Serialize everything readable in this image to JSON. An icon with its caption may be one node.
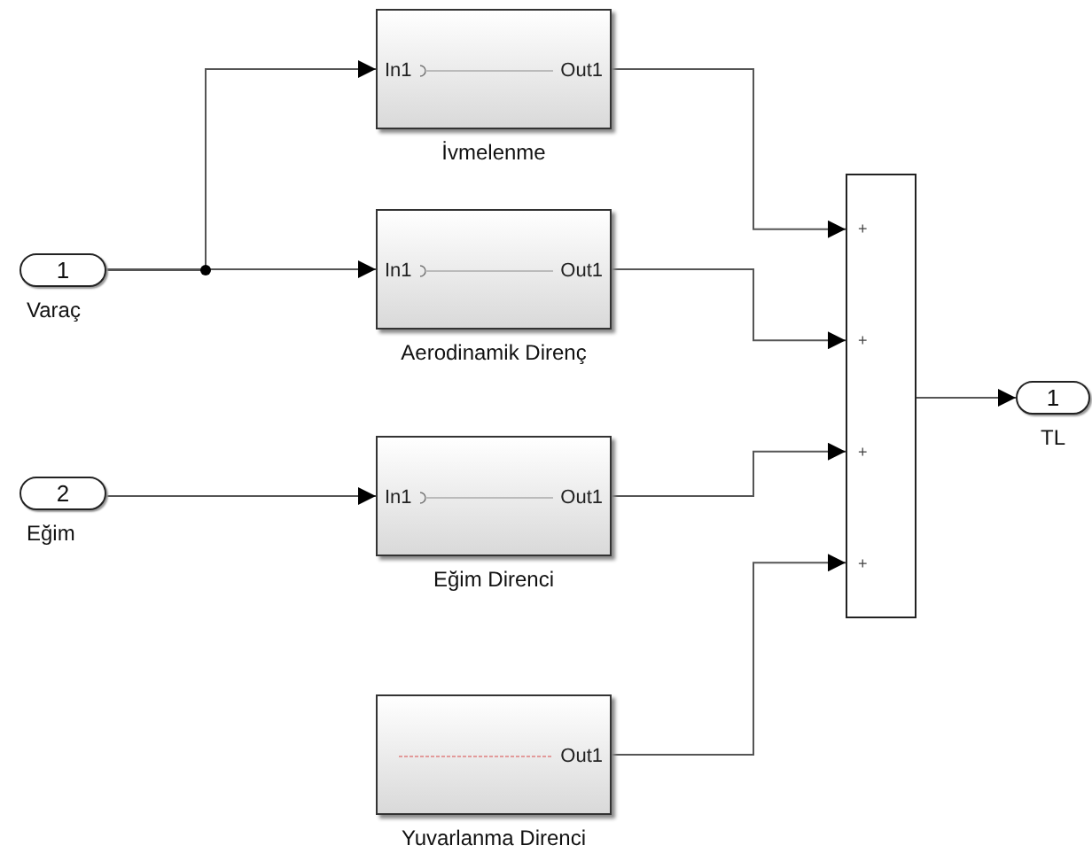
{
  "diagram": {
    "nodes": [
      {
        "text": [
          "1"
        ],
        "beside": [
          "Varaç"
        ]
      },
      {
        "text": [
          "2"
        ],
        "beside": [
          "Eğim"
        ]
      },
      {
        "text": [
          "In1",
          "Out1"
        ],
        "beside": [
          "İvmelenme"
        ]
      },
      {
        "text": [
          "In1",
          "Out1"
        ],
        "beside": [
          "Aerodinamik Direnç"
        ]
      },
      {
        "text": [
          "In1",
          "Out1"
        ],
        "beside": [
          "Eğim Direnci"
        ]
      },
      {
        "text": [
          "Out1"
        ],
        "beside": [
          "Yuvarlanma Direnci"
        ]
      },
      {
        "text": [
          "+",
          "+",
          "+",
          "+"
        ]
      },
      {
        "text": [
          "1"
        ],
        "beside": [
          "TL"
        ]
      }
    ],
    "edges": [
      {
        "from": 0,
        "to": 2,
        "arrow": "to"
      },
      {
        "from": 0,
        "to": 3,
        "arrow": "to"
      },
      {
        "from": 1,
        "to": 4,
        "arrow": "to"
      },
      {
        "from": 2,
        "to": 6,
        "arrow": "to"
      },
      {
        "from": 3,
        "to": 6,
        "arrow": "to"
      },
      {
        "from": 4,
        "to": 6,
        "arrow": "to"
      },
      {
        "from": 5,
        "to": 6,
        "arrow": "to"
      },
      {
        "from": 6,
        "to": 7,
        "arrow": "to"
      }
    ]
  }
}
